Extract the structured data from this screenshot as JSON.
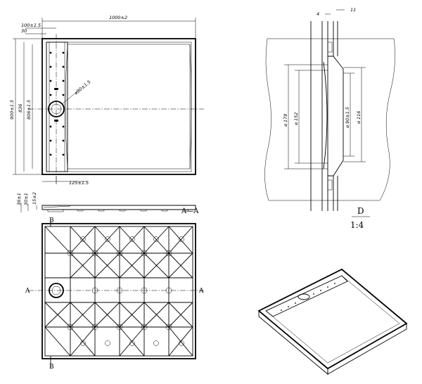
{
  "top_view": {
    "dim_width": "1000±2",
    "dim_width_offset": "100±1.5",
    "dim_width_small": "30",
    "dim_height": "900±1.5",
    "dim_height_inner": "836",
    "dim_height_inner2": "806±1.5",
    "dim_drain_diameter": "⌀90±1.5",
    "dim_drain_offset": "125±1.5"
  },
  "side_view": {
    "dim_total": "36±1",
    "dim_rim": "30±1",
    "dim_depth": "15±2",
    "section_label": "A—A"
  },
  "bottom_view": {
    "label_b_top": "B",
    "label_b_bottom": "B",
    "label_a_left": "A",
    "label_a_right": "A"
  },
  "detail": {
    "dim_top_left": "4",
    "dim_top_right": "11",
    "dim_d1": "⌀ 178",
    "dim_d2": "⌀ 152",
    "dim_d3": "⌀ 90±1.5",
    "dim_d4": "⌀ 116",
    "label": "D",
    "scale": "1:4"
  }
}
